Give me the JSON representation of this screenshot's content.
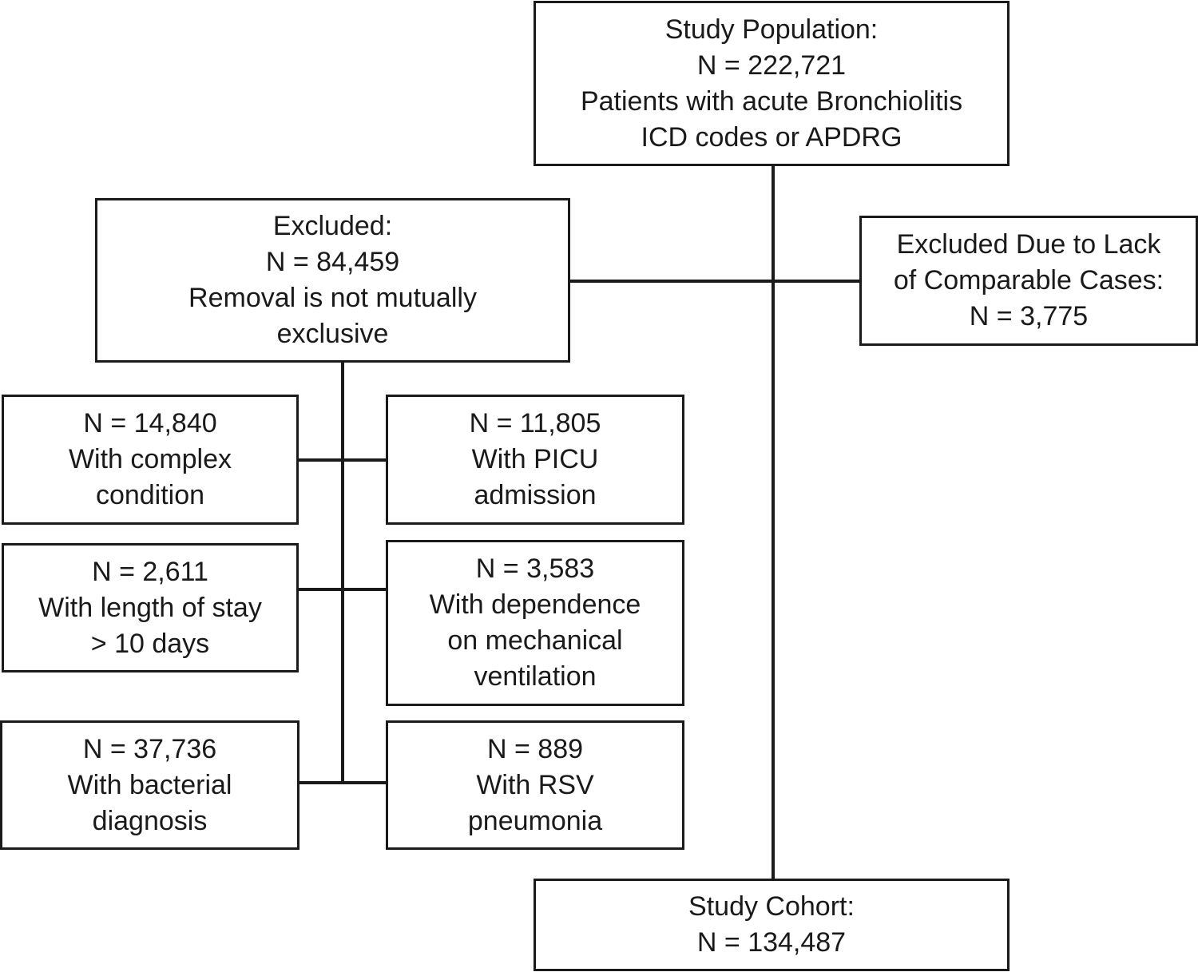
{
  "study_population": {
    "lines": [
      "Study Population:",
      "N = 222,721",
      "Patients with acute Bronchiolitis",
      "ICD codes or APDRG"
    ]
  },
  "excluded": {
    "lines": [
      "Excluded:",
      "N = 84,459",
      "Removal is not mutually",
      "exclusive"
    ]
  },
  "excluded_comparable": {
    "lines": [
      "Excluded Due to Lack",
      "of Comparable Cases:",
      "N = 3,775"
    ]
  },
  "complex_condition": {
    "lines": [
      "N = 14,840",
      "With complex",
      "condition"
    ]
  },
  "picu_admission": {
    "lines": [
      "N = 11,805",
      "With PICU",
      "admission"
    ]
  },
  "length_of_stay": {
    "lines": [
      "N = 2,611",
      "With length of stay",
      "> 10 days"
    ]
  },
  "mechanical_ventilation": {
    "lines": [
      "N = 3,583",
      "With dependence",
      "on mechanical",
      "ventilation"
    ]
  },
  "bacterial_diagnosis": {
    "lines": [
      "N = 37,736",
      "With bacterial",
      "diagnosis"
    ]
  },
  "rsv_pneumonia": {
    "lines": [
      "N = 889",
      "With RSV",
      "pneumonia"
    ]
  },
  "study_cohort": {
    "lines": [
      "Study Cohort:",
      "N = 134,487"
    ]
  }
}
